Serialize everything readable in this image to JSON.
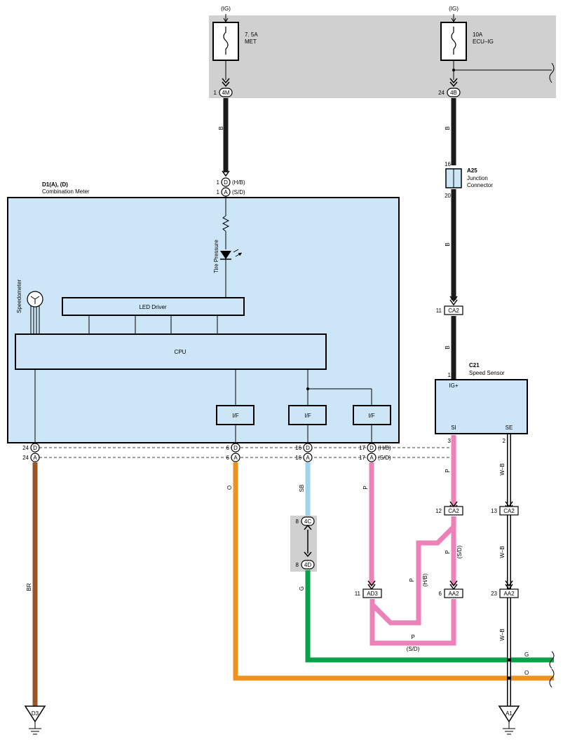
{
  "relay_box": {
    "ig_left": "(IG)",
    "ig_right": "(IG)",
    "fuse_met_rating": "7. 5A",
    "fuse_met_name": "MET",
    "fuse_ecu_rating": "10A",
    "fuse_ecu_name": "ECU–IG",
    "pin_4m_num": "1",
    "pin_4m": "4M",
    "pin_4b_num": "24",
    "pin_4b": "4B"
  },
  "meter": {
    "code": "D1(A), (D)",
    "name": "Combination Meter",
    "in_d_num": "1",
    "in_d": "D",
    "in_d_var": "(H/B)",
    "in_a_num": "1",
    "in_a": "A",
    "in_a_var": "(S/D)",
    "tire_pressure": "Tire Pressure",
    "speedometer": "Speedometer",
    "led_driver": "LED Driver",
    "cpu": "CPU",
    "if1": "I/F",
    "if2": "I/F",
    "if3": "I/F",
    "p24d_num": "24",
    "p24d": "D",
    "p24a_num": "24",
    "p24a": "A",
    "p6d_num": "6",
    "p6d": "D",
    "p6a_num": "6",
    "p6a": "A",
    "p16d_num": "16",
    "p16d": "D",
    "p16a_num": "16",
    "p16a": "A",
    "p17d_num": "17",
    "p17d": "D",
    "p17d_var": "(H/B)",
    "p17a_num": "17",
    "p17a": "A",
    "p17a_var": "(S/D)"
  },
  "junction": {
    "code": "A25",
    "name_line1": "Junction",
    "name_line2": "Connector",
    "pin_top": "16",
    "pin_bottom": "20"
  },
  "connectors": {
    "ca2_top_num": "11",
    "ca2_top": "CA2",
    "ca2_mid_num": "12",
    "ca2_mid": "CA2",
    "ca2_right_num": "13",
    "ca2_right": "CA2",
    "ad3_num": "11",
    "ad3": "AD3",
    "aa2_mid_num": "6",
    "aa2_mid": "AA2",
    "aa2_right_num": "23",
    "aa2_right": "AA2",
    "c4_num": "8",
    "c4": "4C",
    "d4_num": "8",
    "d4": "4D"
  },
  "speed_sensor": {
    "code": "C21",
    "name": "Speed Sensor",
    "pin_ig_num": "1",
    "ig": "IG+",
    "si": "SI",
    "se": "SE",
    "pin_si": "3",
    "pin_se": "2"
  },
  "wires": {
    "b1": "B",
    "b2": "B",
    "b3": "B",
    "b4": "B",
    "br": "BR",
    "o": "O",
    "sb": "SB",
    "g": "G",
    "p_meter": "P",
    "p_si": "P",
    "p_si2": "P",
    "p_hb": "P",
    "hb": "(H/B)",
    "sd_mid": "(S/D)",
    "p_bottom": "P",
    "sd_bottom": "(S/D)",
    "wb1": "W–B",
    "wb2": "W–B",
    "wb3": "W–B",
    "g_right": "G",
    "o_right": "O"
  },
  "grounds": {
    "d3": "D3",
    "a1": "A1"
  },
  "colors": {
    "black_wire": "#1a1a1a",
    "brown_wire": "#9b5527",
    "orange_wire": "#f0921e",
    "skyblue_wire": "#9fd3ee",
    "green_wire": "#09a14a",
    "pink_wire": "#ec82b8",
    "meter_fill": "#cde6f7",
    "box_gray": "#d0d0d0"
  }
}
